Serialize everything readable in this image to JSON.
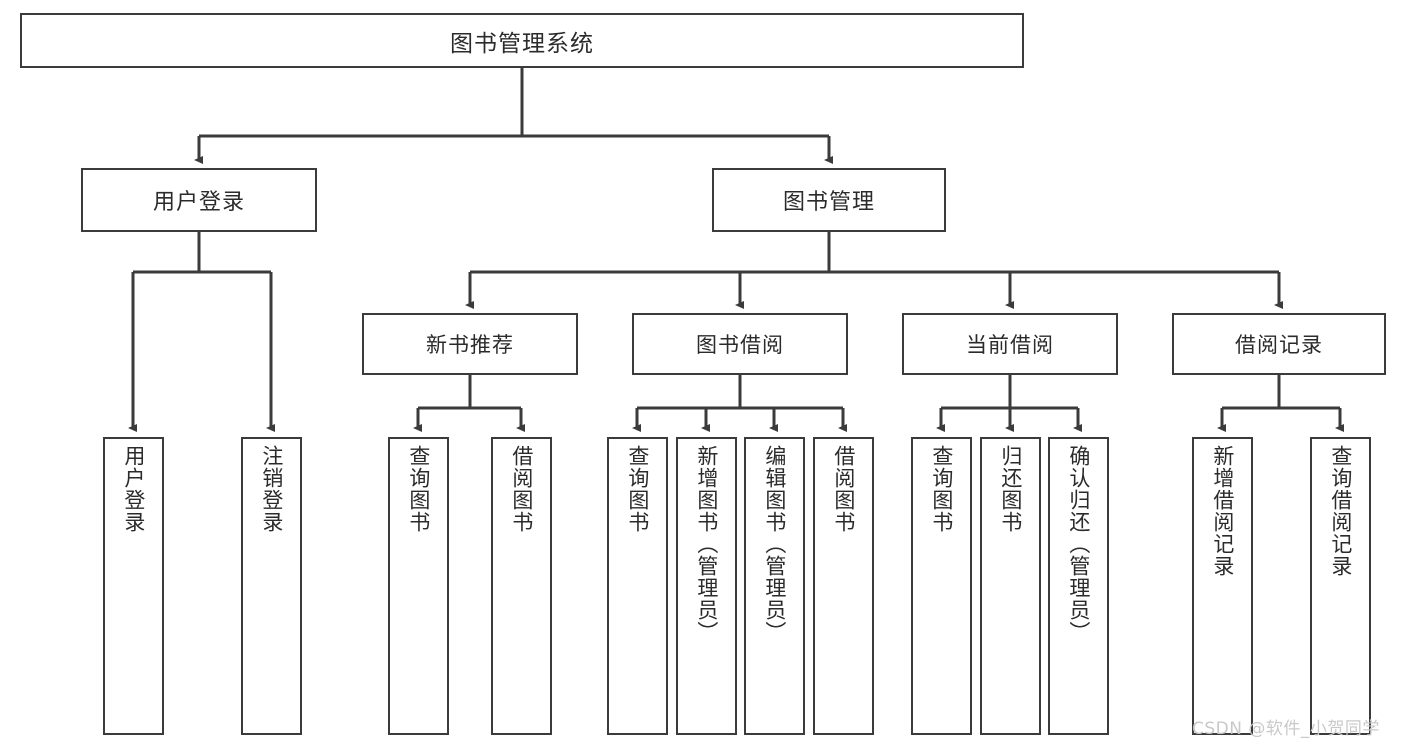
{
  "diagram": {
    "title": "图书管理系统",
    "watermark": "CSDN @软件_小贺同学",
    "line_color": "#3b3b3b",
    "box_fill": "#ffffff",
    "text_color": "#2b2b2b",
    "root": {
      "label": "图书管理系统"
    },
    "level2": [
      {
        "label": "用户登录"
      },
      {
        "label": "图书管理"
      }
    ],
    "level3": [
      {
        "label": "新书推荐"
      },
      {
        "label": "图书借阅"
      },
      {
        "label": "当前借阅"
      },
      {
        "label": "借阅记录"
      }
    ],
    "leaves": {
      "user_login": [
        {
          "label": "用户登录"
        },
        {
          "label": "注销登录"
        }
      ],
      "new_book_recommend": [
        {
          "label": "查询图书"
        },
        {
          "label": "借阅图书"
        }
      ],
      "book_borrow": [
        {
          "label": "查询图书"
        },
        {
          "label": "新增图书（管理员）"
        },
        {
          "label": "编辑图书（管理员）"
        },
        {
          "label": "借阅图书"
        }
      ],
      "current_borrow": [
        {
          "label": "查询图书"
        },
        {
          "label": "归还图书"
        },
        {
          "label": "确认归还（管理员）"
        }
      ],
      "borrow_record": [
        {
          "label": "新增借阅记录"
        },
        {
          "label": "查询借阅记录"
        }
      ]
    }
  }
}
